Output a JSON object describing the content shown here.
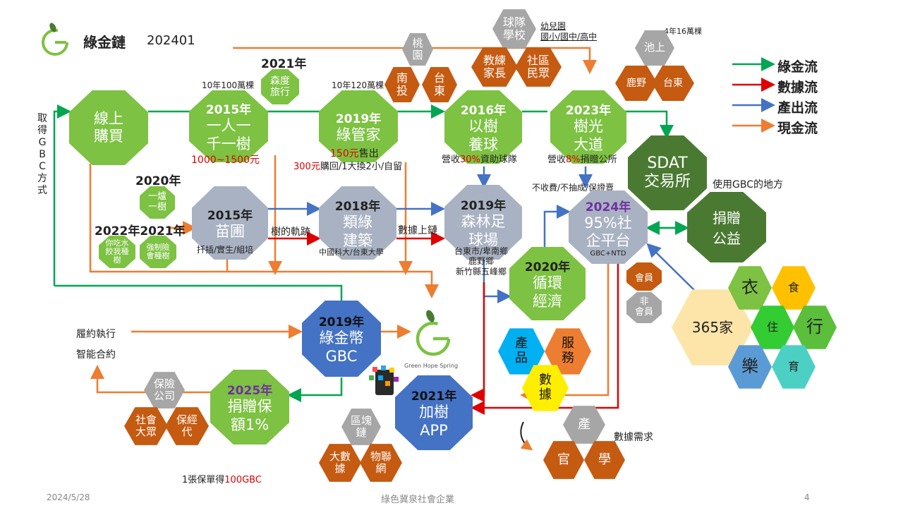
{
  "header": {
    "title": "綠金鏈",
    "code": "202401"
  },
  "legend": [
    {
      "label": "綠金流",
      "color": "#00a651"
    },
    {
      "label": "數據流",
      "color": "#e00000"
    },
    {
      "label": "產出流",
      "color": "#4472c4"
    },
    {
      "label": "現金流",
      "color": "#ed7d31"
    }
  ],
  "side_label": [
    "取",
    "得",
    "G",
    "B",
    "C",
    "方",
    "式"
  ],
  "nodes": {
    "online_buy": "線上\n購買",
    "one_tree": {
      "year": "2015年",
      "name": "一人一\n千一樹",
      "note_top": "10年100萬棵",
      "price": "1000~1500元"
    },
    "green_butler": {
      "year": "2019年",
      "name": "綠管家",
      "note_top": "10年120萬棵",
      "price_red": "150元",
      "price_rest": "售出",
      "buyback_red": "300元",
      "buyback_rest": "購回/1大換2小/自留"
    },
    "tree_ball": {
      "year": "2016年",
      "name": "以樹\n養球",
      "note_a": "營收",
      "note_red": "30%",
      "note_b": "資助球隊"
    },
    "tree_light": {
      "year": "2023年",
      "name": "樹光\n大道",
      "note_a": "營收",
      "note_red": "8%",
      "note_b": "捐贈公所"
    },
    "sdat": "SDAT\n交易所",
    "donate_welfare": "捐贈\n公益",
    "gbc_use": "使用GBC的地方",
    "nursery": {
      "year": "2015年",
      "name": "苗圃",
      "note": "扦插/實生/組培"
    },
    "green_building": {
      "year": "2018年",
      "name": "類綠\n建築",
      "note": "中國科大/台東大學"
    },
    "forest_field": {
      "year": "2019年",
      "name": "森林足\n球場",
      "note": "台東市/卑南鄉\n鹿野鄉\n新竹縣五峰鄉"
    },
    "platform": {
      "year": "2024年",
      "name": "95%社\n企平台",
      "note": "GBC+NTD",
      "top_note": "不收費/不抽成/保證賣"
    },
    "circular": {
      "year": "2020年",
      "name": "循環\n經濟"
    },
    "green_coin": {
      "year": "2019年",
      "name": "綠金幣\nGBC"
    },
    "donate_insure": {
      "year": "2025年",
      "name": "捐贈保\n額1%"
    },
    "app": {
      "year": "2021年",
      "name": "加樹\nAPP"
    },
    "forest_travel": {
      "year": "2021年",
      "name": "森度\n旅行"
    }
  },
  "small_nodes": {
    "one_stove": {
      "year": "2020年",
      "name": "一爐\n一樹"
    },
    "water_tree": {
      "year": "2022年",
      "name": "你吃水\n餃我種\n樹"
    },
    "forced_insure": {
      "year": "2021年",
      "name": "強制險\n會種樹"
    },
    "member": "會員",
    "non_member": "非\n會員"
  },
  "hex_groups": {
    "region": [
      "桃\n園",
      "南\n投",
      "台\n東"
    ],
    "team": [
      "球隊\n學校",
      "教練\n家長",
      "社區\n民眾"
    ],
    "team_notes": [
      "幼兒園",
      "國小/國中/高中"
    ],
    "chishang": [
      "池上",
      "鹿野",
      "台東"
    ],
    "chishang_note": "4年16萬棵",
    "insurance": [
      "保險\n公司",
      "社會\n大眾",
      "保經\n代"
    ],
    "blockchain": [
      "區塊\n鏈",
      "大數\n據",
      "物聯\n網"
    ],
    "industry": [
      "產",
      "官",
      "學"
    ],
    "data_demand": "數據需求",
    "product": [
      "產\n品",
      "服\n務",
      "數\n據"
    ],
    "living": [
      "365家",
      "衣",
      "食",
      "住",
      "行",
      "樂",
      "育"
    ]
  },
  "labels": {
    "tree_track": "樹的軌跡",
    "data_chain": "數據上鏈",
    "perform": "履約執行",
    "smart_contract": "智能合約",
    "policy_a": "1張保單得",
    "policy_red": "100GBC",
    "nursery_year": "2022年2021年"
  },
  "logo": {
    "text": "Green Hope Spring"
  },
  "footer": {
    "date": "2024/5/28",
    "org": "綠色冀泉社會企業",
    "page": "4"
  }
}
